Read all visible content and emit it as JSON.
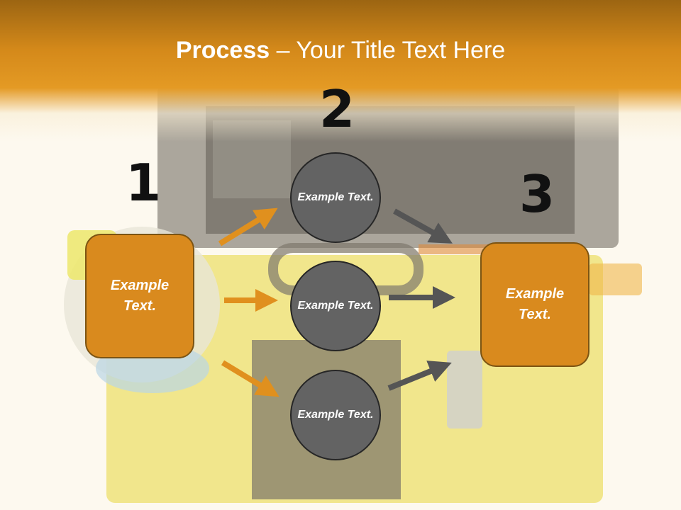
{
  "title": {
    "bold": "Process",
    "rest": " – Your Title Text Here"
  },
  "steps": [
    {
      "number": "1",
      "label": "Example Text."
    },
    {
      "number": "2",
      "label": "Example Text."
    },
    {
      "number": "3",
      "label": "Example Text."
    }
  ],
  "middle": [
    {
      "label": "Example Text."
    },
    {
      "label": "Example Text."
    },
    {
      "label": "Example Text."
    }
  ],
  "colors": {
    "header": "#e49a24",
    "box_fill": "#d98a1e",
    "box_border": "#7c5413",
    "circle_fill": "#636363",
    "arrow_orange": "#e0901e",
    "arrow_gray": "#555555"
  }
}
